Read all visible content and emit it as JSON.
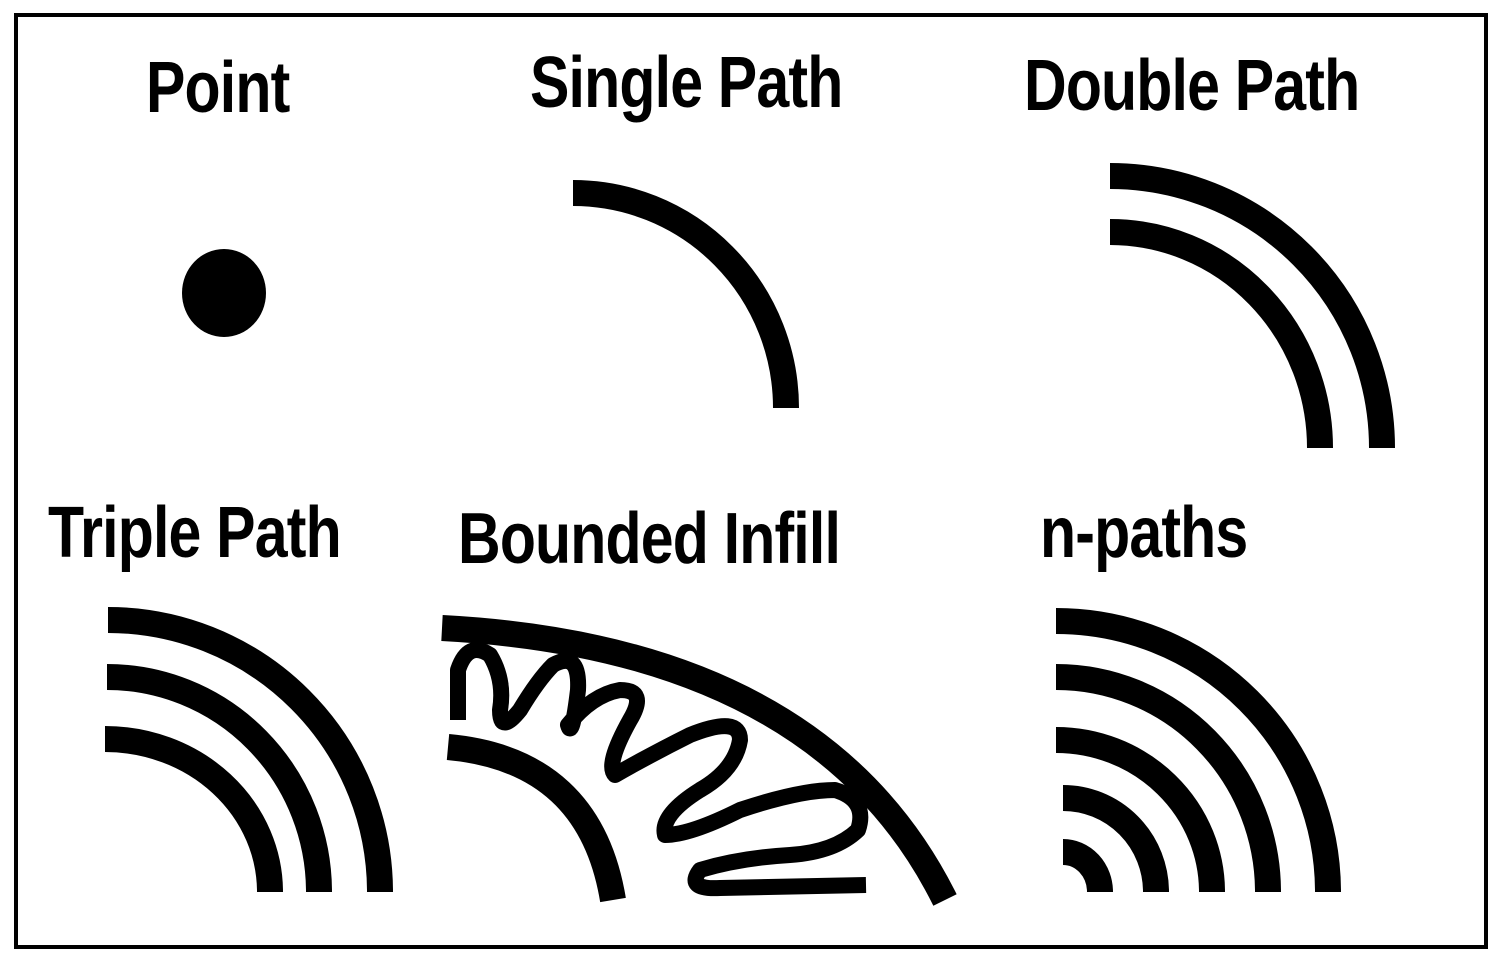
{
  "panels": [
    {
      "id": "point",
      "title": "Point"
    },
    {
      "id": "single",
      "title": "Single Path"
    },
    {
      "id": "double",
      "title": "Double Path"
    },
    {
      "id": "triple",
      "title": "Triple Path"
    },
    {
      "id": "bounded",
      "title": "Bounded Infill"
    },
    {
      "id": "npaths",
      "title": "n-paths"
    }
  ],
  "colors": {
    "ink": "#000000",
    "background": "#ffffff"
  }
}
